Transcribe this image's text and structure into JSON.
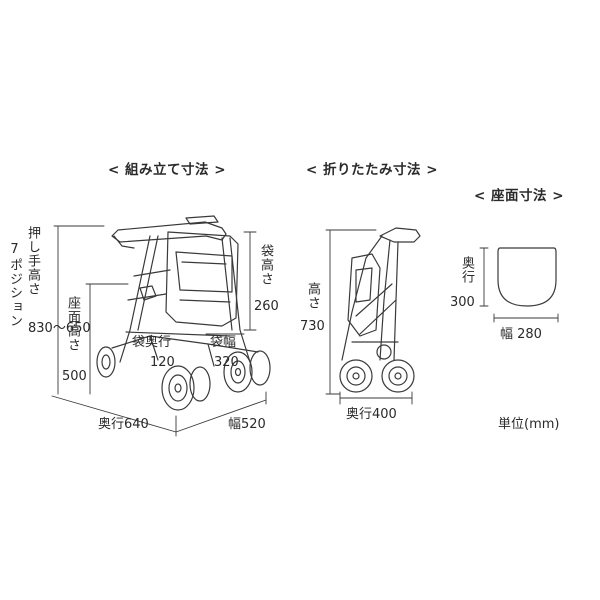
{
  "headings": {
    "assembled": "< 組み立て寸法 >",
    "folded": "< 折りたたみ寸法 >",
    "seat": "< 座面寸法 >"
  },
  "assembled": {
    "handle_height_label": "押し手高さ",
    "handle_height_value": "830～650",
    "positions_label": "7ポジション",
    "seat_height_label": "座面高さ",
    "seat_height_value": "500",
    "bag_height_label": "袋高さ",
    "bag_height_value": "260",
    "bag_depth_label": "袋奥行",
    "bag_depth_value": "120",
    "bag_width_label": "袋幅",
    "bag_width_value": "320",
    "depth_label": "奥行640",
    "width_label": "幅520"
  },
  "folded": {
    "height_label": "高さ",
    "height_value": "730",
    "depth_label": "奥行400"
  },
  "seat": {
    "depth_label": "奥行",
    "depth_value": "300",
    "width_label": "幅 280"
  },
  "unit": "単位(mm)"
}
